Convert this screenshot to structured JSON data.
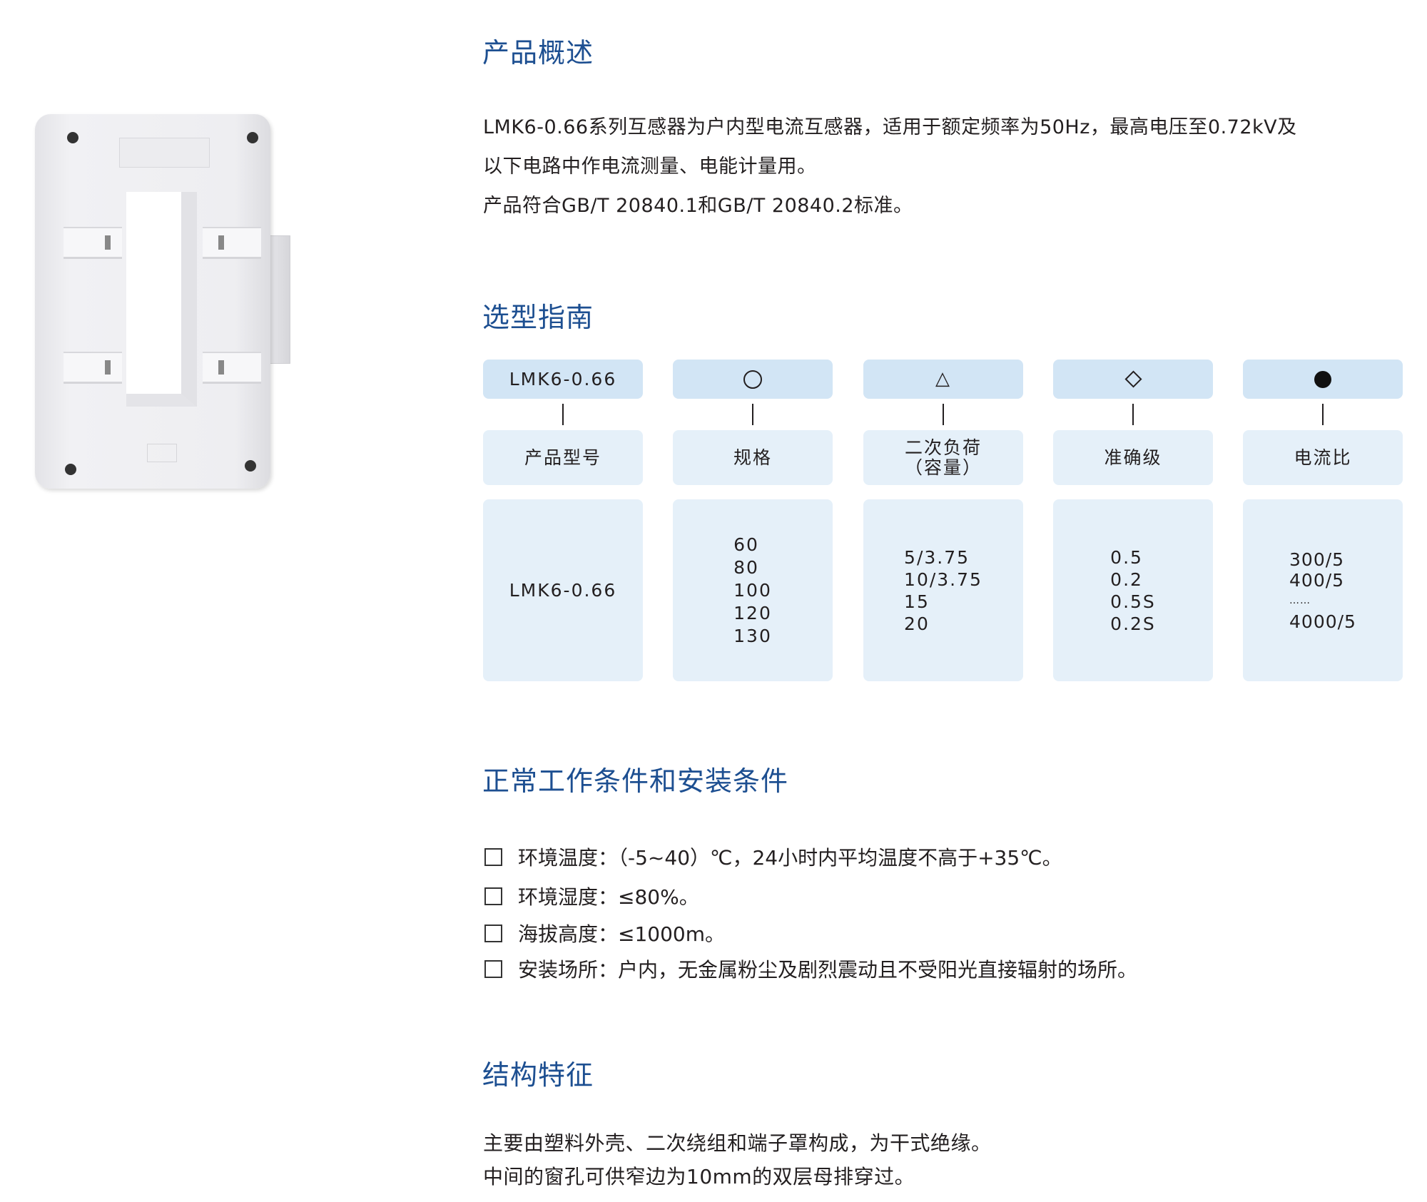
{
  "sections": {
    "overview": {
      "title": "产品概述",
      "lines": [
        "LMK6-0.66系列互感器为户内型电流互感器，适用于额定频率为50Hz，最高电压至0.72kV及",
        "以下电路中作电流测量、电能计量用。",
        "产品符合GB/T 20840.1和GB/T 20840.2标准。"
      ]
    },
    "selection": {
      "title": "选型指南",
      "columns": [
        {
          "code": "LMK6-0.66",
          "symbol": "",
          "label": "产品型号",
          "values": [
            "LMK6-0.66"
          ]
        },
        {
          "code": "",
          "symbol": "circle-icon",
          "label": "规格",
          "values": [
            "60",
            "80",
            "100",
            "120",
            "130"
          ]
        },
        {
          "code": "",
          "symbol": "triangle-icon",
          "label": "二次负荷",
          "label2": "（容量）",
          "values": [
            "5/3.75",
            "10/3.75",
            "15",
            "20"
          ]
        },
        {
          "code": "",
          "symbol": "diamond-icon",
          "label": "准确级",
          "values": [
            "0.5",
            "0.2",
            "0.5S",
            "0.2S"
          ]
        },
        {
          "code": "",
          "symbol": "dot-icon",
          "label": "电流比",
          "values": [
            "300/5",
            "400/5",
            "……",
            "4000/5"
          ]
        }
      ]
    },
    "conditions": {
      "title": "正常工作条件和安装条件",
      "items": [
        "环境温度：（-5~40）℃，24小时内平均温度不高于+35℃。",
        "环境湿度：≤80%。",
        "海拔高度：≤1000m。",
        "安装场所：户内，无金属粉尘及剧烈震动且不受阳光直接辐射的场所。"
      ]
    },
    "structure": {
      "title": "结构特征",
      "lines": [
        "主要由塑料外壳、二次绕组和端子罩构成，为干式绝缘。",
        "中间的窗孔可供窄边为10mm的双层母排穿过。"
      ]
    }
  },
  "colors": {
    "heading": "#1d4f91",
    "header_box": "#d2e5f5",
    "cell_box": "#e5f0f9"
  }
}
